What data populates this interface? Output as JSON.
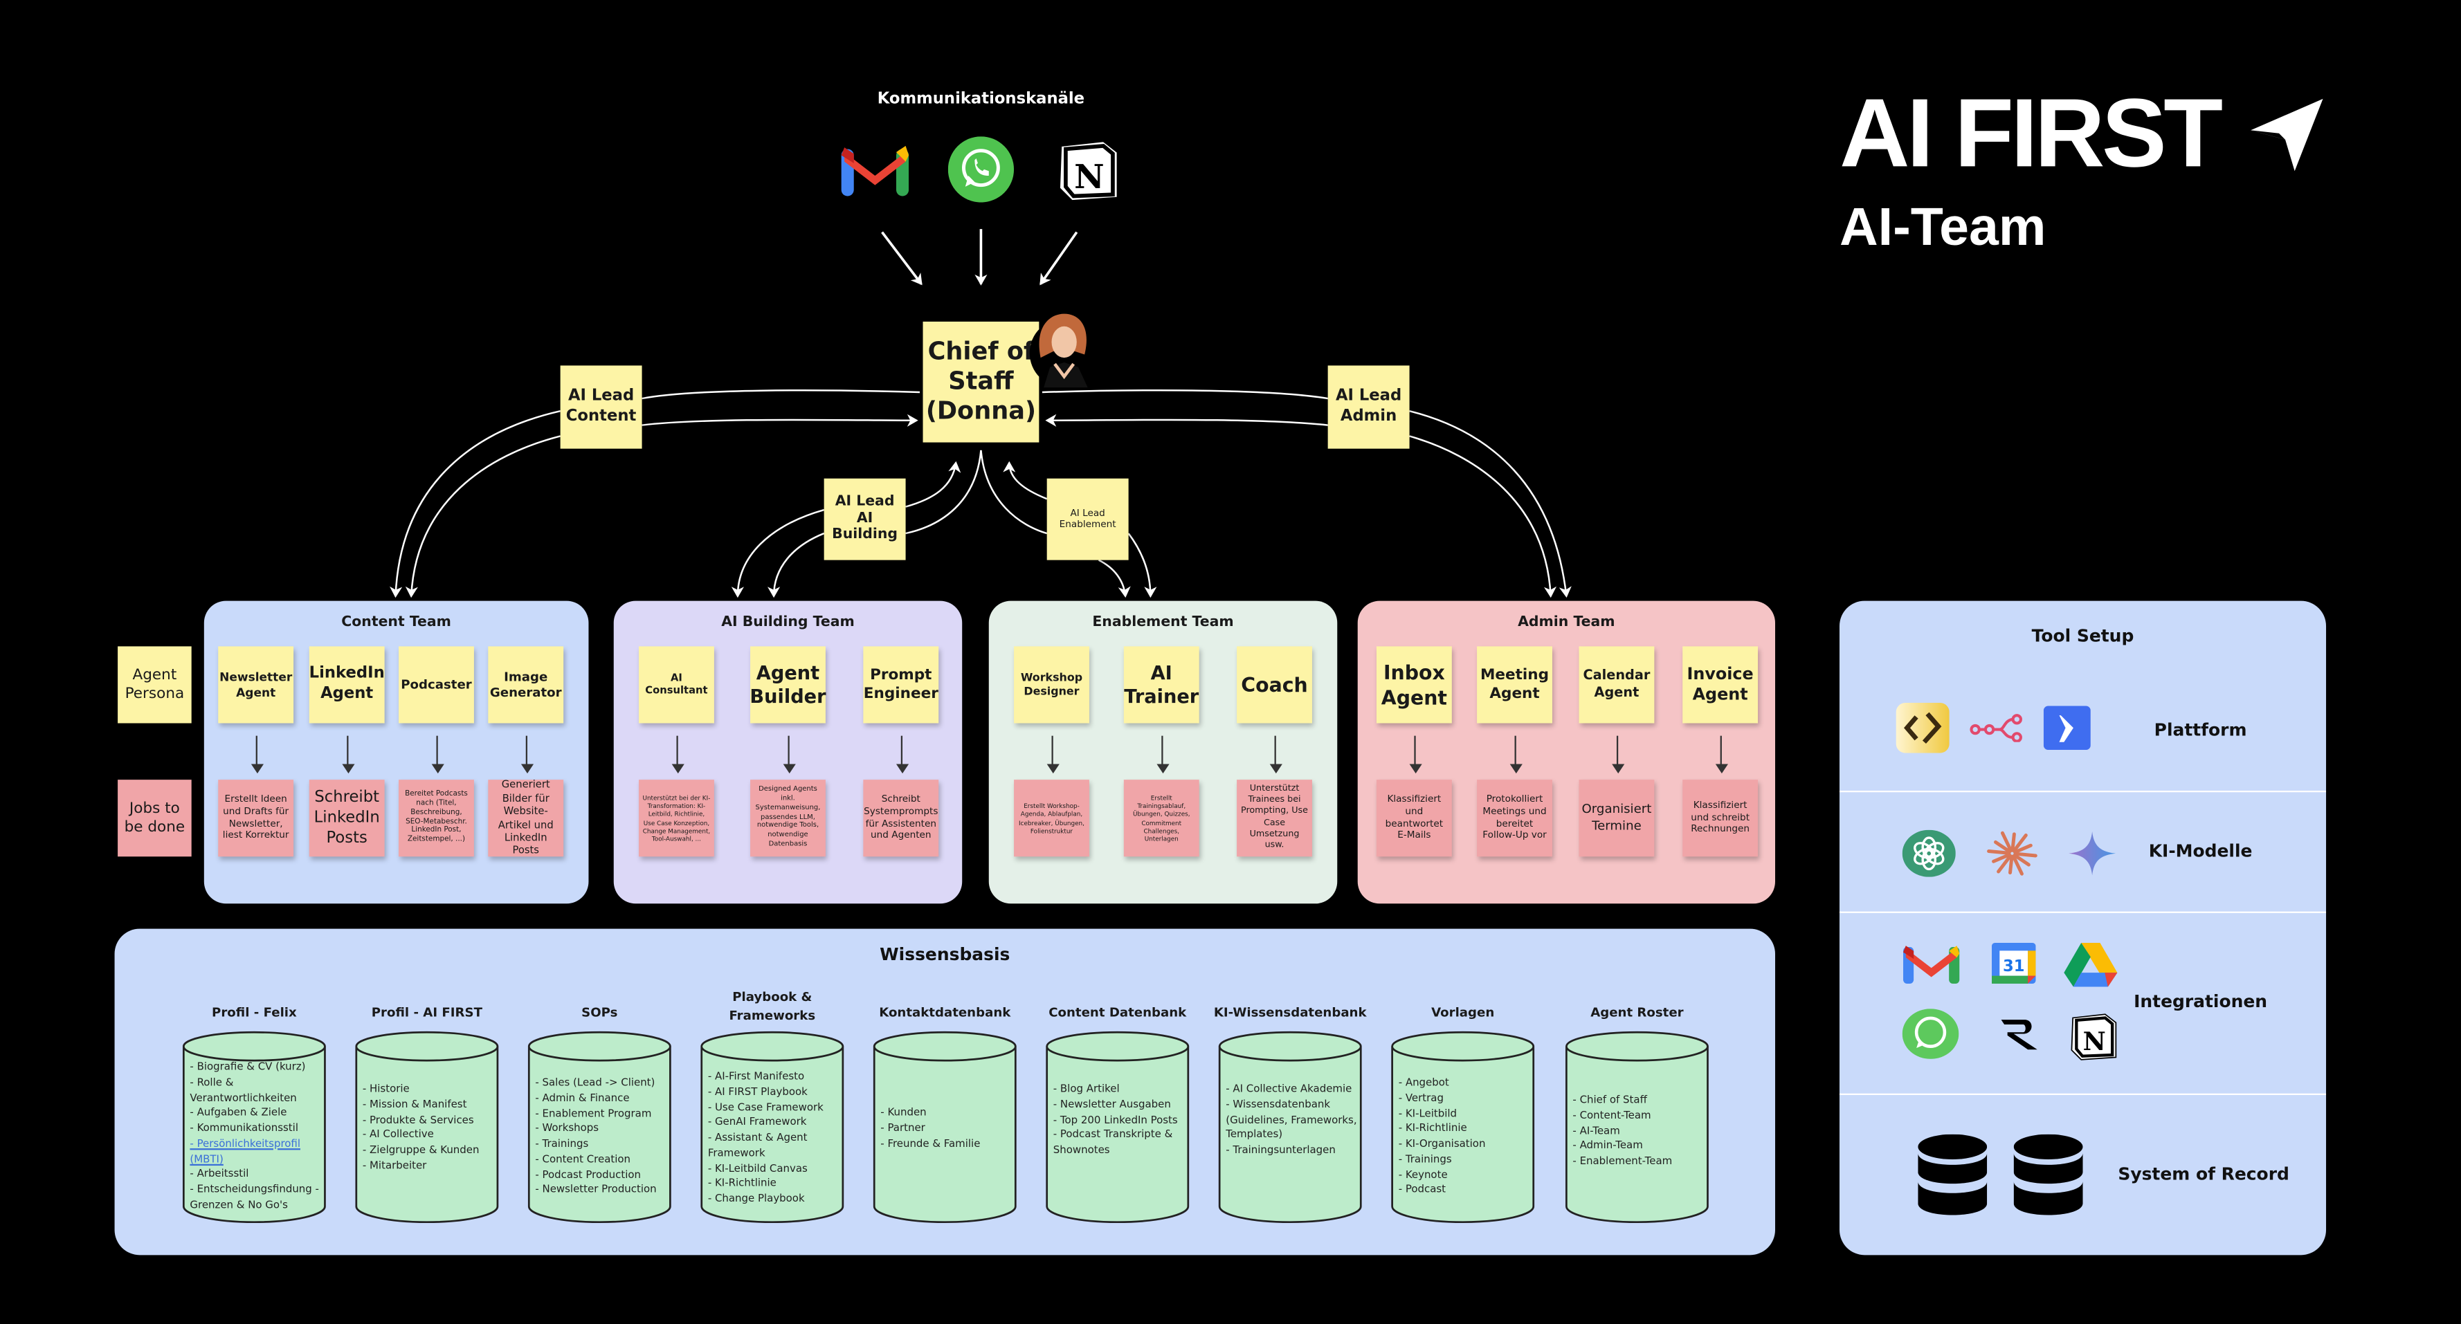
{
  "channels": {
    "title": "Kommunikationskanäle",
    "icons": [
      "gmail-icon",
      "whatsapp-icon",
      "notion-icon"
    ]
  },
  "brand": {
    "logo": "AI FIRST",
    "subtitle": "AI-Team",
    "color": "#ffffff"
  },
  "chief": {
    "label": "Chief of Staff (Donna)",
    "lines": [
      "Chief of",
      "Staff",
      "(Donna)"
    ]
  },
  "leads": {
    "content": {
      "lines": [
        "AI Lead",
        "Content"
      ]
    },
    "admin": {
      "lines": [
        "AI Lead",
        "Admin"
      ]
    },
    "building": {
      "lines": [
        "AI Lead",
        "AI",
        "Building"
      ]
    },
    "enablement": {
      "lines": [
        "AI Lead",
        "Enablement"
      ]
    }
  },
  "legend": {
    "persona": "Agent Persona",
    "jobs": "Jobs to be done"
  },
  "teams": [
    {
      "title": "Content Team",
      "color": "#c9dafa",
      "agents": [
        {
          "persona": "Newsletter Agent",
          "job": "Erstellt Ideen und Drafts für Newsletter, liest Korrektur"
        },
        {
          "persona": "LinkedIn Agent",
          "job": "Schreibt LinkedIn Posts"
        },
        {
          "persona": "Podcaster",
          "job": "Bereitet Podcasts nach (Titel, Beschreibung, SEO-Metabeschr. LinkedIn Post, Zeitstempel, ...)"
        },
        {
          "persona": "Image Generator",
          "job": "Generiert Bilder für Website-Artikel und LinkedIn Posts"
        }
      ]
    },
    {
      "title": "AI Building Team",
      "color": "#dcd8f7",
      "agents": [
        {
          "persona": "AI Consultant",
          "job": "Unterstützt bei der KI-Transformation: KI-Leitbild, Richtlinie, Use Case Konzeption, Change Management, Tool-Auswahl, ..."
        },
        {
          "persona": "Agent Builder",
          "job": "Designed Agents inkl. Systemanweisung, passendes LLM, notwendige Tools, notwendige Datenbasis"
        },
        {
          "persona": "Prompt Engineer",
          "job": "Schreibt Systemprompts für Assistenten und Agenten"
        }
      ]
    },
    {
      "title": "Enablement Team",
      "color": "#e4f0e8",
      "agents": [
        {
          "persona": "Workshop Designer",
          "job": "Erstellt Workshop-Agenda, Ablaufplan, Icebreaker, Übungen, Folienstruktur"
        },
        {
          "persona": "AI Trainer",
          "job": "Erstellt Trainingsablauf, Übungen, Quizzes, Commitment Challenges, Unterlagen"
        },
        {
          "persona": "Coach",
          "job": "Unterstützt Trainees bei Prompting, Use Case Umsetzung usw."
        }
      ]
    },
    {
      "title": "Admin Team",
      "color": "#f5c4c6",
      "agents": [
        {
          "persona": "Inbox Agent",
          "job": "Klassifiziert und beantwortet E-Mails"
        },
        {
          "persona": "Meeting Agent",
          "job": "Protokolliert Meetings und bereitet Follow-Up vor"
        },
        {
          "persona": "Calendar Agent",
          "job": "Organisiert Termine"
        },
        {
          "persona": "Invoice Agent",
          "job": "Klassifiziert und schreibt Rechnungen"
        }
      ]
    }
  ],
  "wissensbasis": {
    "title": "Wissensbasis",
    "databases": [
      {
        "title": "Profil - Felix",
        "items": [
          "- Biografie & CV (kurz)",
          "- Rolle & Verantwortlichkeiten",
          "- Aufgaben & Ziele",
          "- Kommunikationsstil",
          "- Persönlichkeitsprofil (MBTI)",
          "- Arbeitsstil",
          "- Entscheidungsfindung - Grenzen & No Go's"
        ],
        "link_index": 4
      },
      {
        "title": "Profil - AI FIRST",
        "items": [
          "- Historie",
          "- Mission & Manifest",
          "- Produkte & Services",
          "- AI Collective",
          "- Zielgruppe & Kunden",
          "- Mitarbeiter"
        ]
      },
      {
        "title": "SOPs",
        "items": [
          "- Sales (Lead -> Client)",
          "- Admin & Finance",
          "- Enablement Program",
          "- Workshops",
          "- Trainings",
          "- Content Creation",
          "- Podcast Production",
          "- Newsletter Production"
        ]
      },
      {
        "title": "Playbook & Frameworks",
        "items": [
          "- AI-First Manifesto",
          "- AI FIRST Playbook",
          "- Use Case Framework",
          "- GenAI Framework",
          "- Assistant & Agent Framework",
          "- KI-Leitbild Canvas",
          "- KI-Richtlinie",
          "- Change Playbook"
        ]
      },
      {
        "title": "Kontaktdatenbank",
        "items": [
          "- Kunden",
          "- Partner",
          "- Freunde & Familie"
        ]
      },
      {
        "title": "Content Datenbank",
        "items": [
          "- Blog Artikel",
          "- Newsletter Ausgaben",
          "- Top 200 LinkedIn Posts",
          "- Podcast Transkripte & Shownotes"
        ]
      },
      {
        "title": "KI-Wissensdatenbank",
        "items": [
          "- AI Collective Akademie",
          "- Wissensdatenbank (Guidelines, Frameworks, Templates)",
          "- Trainingsunterlagen"
        ]
      },
      {
        "title": "Vorlagen",
        "items": [
          "- Angebot",
          "- Vertrag",
          "- KI-Leitbild",
          "- KI-Richtlinie",
          "- KI-Organisation",
          "- Trainings",
          "- Keynote",
          "- Podcast"
        ]
      },
      {
        "title": "Agent Roster",
        "items": [
          "- Chief of Staff",
          "- Content-Team",
          "- AI-Team",
          "- Admin-Team",
          "- Enablement-Team"
        ]
      }
    ]
  },
  "tool_setup": {
    "title": "Tool Setup",
    "sections": [
      {
        "label": "Plattform",
        "icons": [
          "code-brackets-icon",
          "n8n-icon",
          "chevron-app-icon"
        ]
      },
      {
        "label": "KI-Modelle",
        "icons": [
          "openai-icon",
          "claude-icon",
          "gemini-icon"
        ]
      },
      {
        "label": "Integrationen",
        "icons": [
          "gmail-icon",
          "google-calendar-icon",
          "google-drive-icon",
          "whatsapp-icon",
          "r-logo-icon",
          "notion-icon"
        ]
      },
      {
        "label": "System of Record",
        "icons": [
          "database-icon",
          "database-icon"
        ]
      }
    ]
  },
  "colors": {
    "sticky_persona": "#fdf4a6",
    "sticky_job": "#f0a5a8",
    "knowledge_bg": "#c9dafa",
    "cylinder": "#bdeccb",
    "background": "#000000"
  }
}
